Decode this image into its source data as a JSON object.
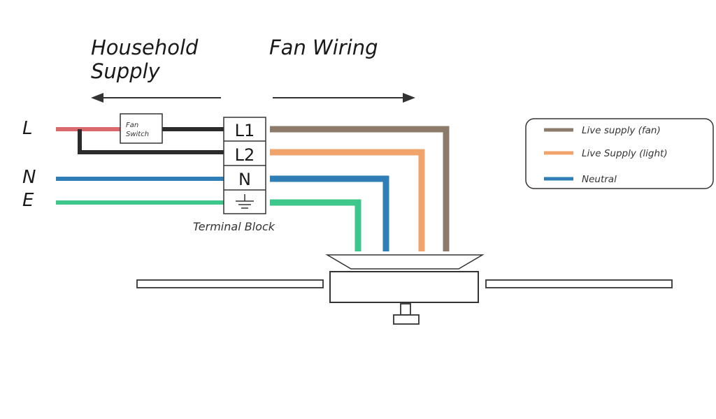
{
  "titles": {
    "household_line1": "Household",
    "household_line2": "Supply",
    "fan_wiring": "Fan Wiring"
  },
  "supply_lines": {
    "live": "L",
    "neutral": "N",
    "earth": "E"
  },
  "fan_switch": {
    "line1": "Fan",
    "line2": "Switch"
  },
  "terminal_block": {
    "caption": "Terminal Block",
    "terminals": [
      "L1",
      "L2",
      "N"
    ],
    "earth_symbol": "earth-symbol"
  },
  "legend": {
    "items": [
      {
        "label": "Live supply (fan)",
        "color": "#8c7b6a"
      },
      {
        "label": "Live Supply (light)",
        "color": "#f0a46c"
      },
      {
        "label": "Neutral",
        "color": "#2f7fb6"
      }
    ]
  },
  "colors": {
    "live_red": "#d9696c",
    "switched_black": "#2b2b2b",
    "neutral_blue": "#2f7fb6",
    "earth_green": "#3ec78a",
    "fan_live": "#8c7b6a",
    "light_live": "#f0a46c"
  }
}
